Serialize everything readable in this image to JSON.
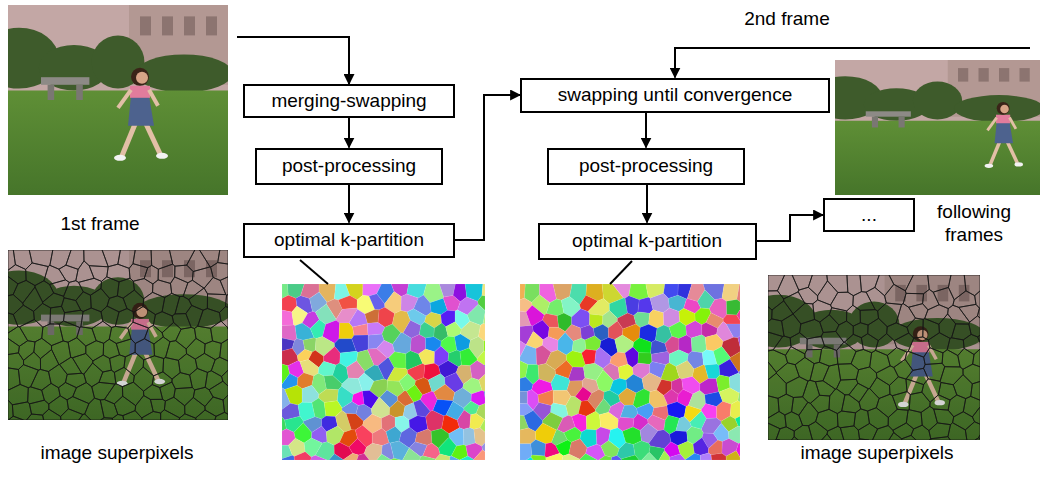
{
  "diagram": {
    "nodes": [
      {
        "text": [
          "merging-swapping"
        ]
      },
      {
        "text": [
          "post-processing"
        ]
      },
      {
        "text": [
          "optimal k-partition"
        ]
      },
      {
        "text": [
          "swapping until convergence"
        ]
      },
      {
        "text": [
          "post-processing"
        ]
      },
      {
        "text": [
          "optimal k-partition"
        ]
      },
      {
        "text": [
          "..."
        ]
      }
    ],
    "edges": [
      {
        "from": 0,
        "to": 1,
        "arrow": "to"
      },
      {
        "from": 1,
        "to": 2,
        "arrow": "to"
      },
      {
        "from": 2,
        "to": 3,
        "arrow": "to"
      },
      {
        "from": 3,
        "to": 4,
        "arrow": "to"
      },
      {
        "from": 4,
        "to": 5,
        "arrow": "to"
      },
      {
        "from": 5,
        "to": 6,
        "arrow": "to"
      }
    ],
    "labels": [
      "1st frame",
      "image superpixels",
      "2nd frame",
      "following frames",
      "image superpixels"
    ]
  }
}
